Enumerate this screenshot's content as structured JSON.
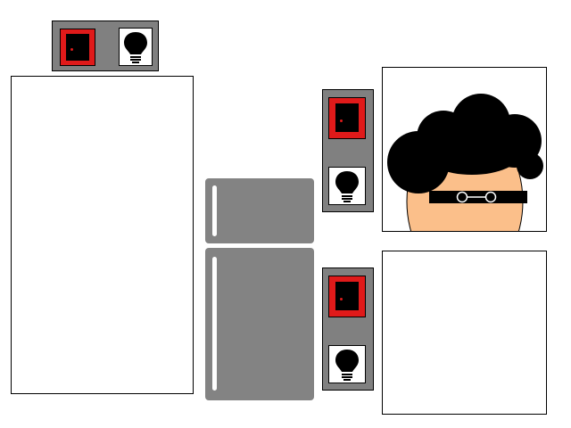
{
  "scene": {
    "rooms": [
      {
        "id": "room-left",
        "light_on": false,
        "door": "closed"
      },
      {
        "id": "room-top-right",
        "light_on": false,
        "door": "closed",
        "occupant": "person-with-glasses"
      },
      {
        "id": "room-bottom-right",
        "light_on": false,
        "door": "closed",
        "occupant": null
      }
    ],
    "icons": {
      "door": "door-icon",
      "light": "lightbulb-icon",
      "fridge": "refrigerator"
    },
    "colors": {
      "panel_gray": "#808080",
      "door_red": "#e01a1a",
      "fridge_gray": "#838383",
      "skin": "#fbbf8a",
      "hair": "#000000"
    }
  }
}
